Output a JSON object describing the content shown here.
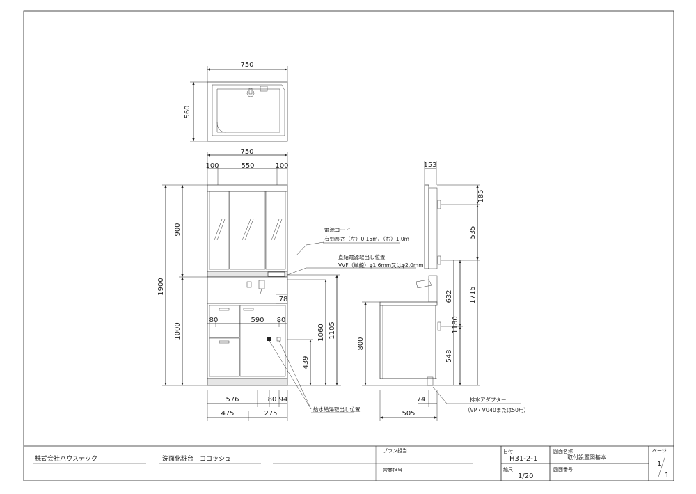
{
  "top_view": {
    "width_dim": "750",
    "depth_dim": "560"
  },
  "front_view": {
    "top_width": "750",
    "sub_widths": [
      "100",
      "550",
      "100"
    ],
    "total_height": "1900",
    "mirror_height": "900",
    "vanity_height": "1000",
    "cabinet_widths": [
      "80",
      "590",
      "80"
    ],
    "dim_78": "78",
    "dim_1060": "1060",
    "dim_1105": "1105",
    "dim_439": "439",
    "bottom_row1": [
      "576",
      "80",
      "94"
    ],
    "bottom_row2": [
      "475",
      "275"
    ]
  },
  "side_view": {
    "top_dim": "153",
    "heights_right": [
      "185",
      "535",
      "1715"
    ],
    "heights_mid": [
      "632",
      "1180",
      "548"
    ],
    "counter_height": "800",
    "dim_74": "74",
    "depth": "505"
  },
  "notes": {
    "power_cord_title": "電源コード",
    "power_cord_detail": "有効長さ（左）0.15m、（右）1.0m",
    "direct_power_title": "直結電源取出し位置",
    "direct_power_detail": "VVF（単線）φ1.6mm又はφ2.0mm",
    "water_supply": "給水給湯取出し位置",
    "drain_title": "排水アダプター",
    "drain_detail": "（VP・VU40または50用）"
  },
  "title_block": {
    "company": "株式会社ハウステック",
    "product": "洗面化粧台　ココッシュ",
    "plan_label": "プラン担当",
    "sales_label": "営業担当",
    "date_label": "日付",
    "date_value": "H31-2-1",
    "scale_label": "縮尺",
    "scale_value": "1/20",
    "drawing_name_label": "図面名称",
    "drawing_name_value": "取付設置図基本",
    "drawing_number_label": "図面番号",
    "page_label": "ページ",
    "page_current": "1",
    "page_total": "1"
  }
}
